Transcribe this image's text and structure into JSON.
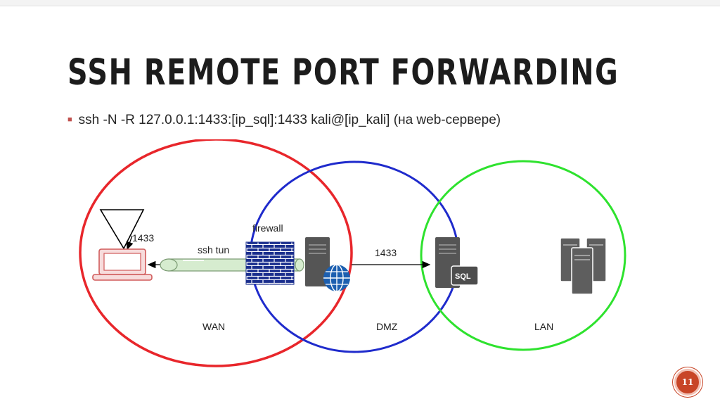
{
  "slide": {
    "title": "SSH REMOTE PORT FORWARDING",
    "bullet": "ssh -N -R 127.0.0.1:1433:[ip_sql]:1433 kali@[ip_kali] (на web-сервере)",
    "page_number": "11",
    "accent_color": "#c84527"
  },
  "diagram": {
    "zones": [
      {
        "label": "WAN",
        "color": "#e8262b"
      },
      {
        "label": "DMZ",
        "color": "#1f2bcc"
      },
      {
        "label": "LAN",
        "color": "#2ee22e"
      }
    ],
    "labels": {
      "listen_port": "1433",
      "tunnel": "ssh tun",
      "firewall": "firewall",
      "forward_port": "1433",
      "sql_badge": "SQL"
    },
    "icons": [
      "laptop-icon",
      "projector-cone-icon",
      "ssh-tunnel-pipe",
      "firewall-brick-icon",
      "web-server-icon",
      "globe-icon",
      "sql-server-icon",
      "server-cluster-icon"
    ]
  }
}
